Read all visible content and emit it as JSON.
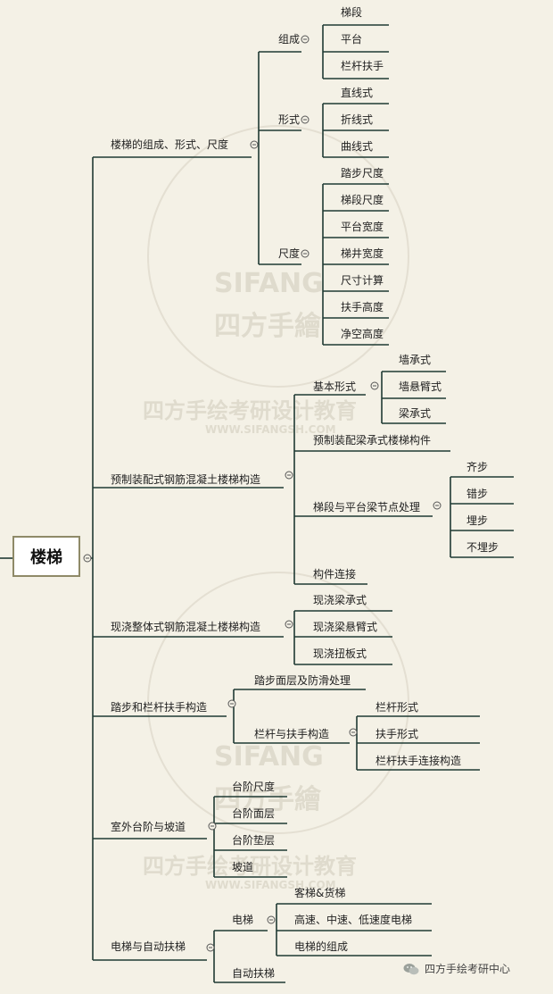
{
  "root": {
    "label": "楼梯"
  },
  "branches": {
    "b1": {
      "label": "楼梯的组成、形式、尺度",
      "g1": {
        "label": "组成",
        "items": [
          "梯段",
          "平台",
          "栏杆扶手"
        ]
      },
      "g2": {
        "label": "形式",
        "items": [
          "直线式",
          "折线式",
          "曲线式"
        ]
      },
      "g3": {
        "label": "尺度",
        "items": [
          "踏步尺度",
          "梯段尺度",
          "平台宽度",
          "梯井宽度",
          "尺寸计算",
          "扶手高度",
          "净空高度"
        ]
      }
    },
    "b2": {
      "label": "预制装配式钢筋混凝土楼梯构造",
      "g1": {
        "label": "基本形式",
        "items": [
          "墙承式",
          "墙悬臂式",
          "梁承式"
        ]
      },
      "leaf1": "预制装配梁承式楼梯构件",
      "g2": {
        "label": "梯段与平台梁节点处理",
        "items": [
          "齐步",
          "错步",
          "埋步",
          "不埋步"
        ]
      },
      "leaf2": "构件连接"
    },
    "b3": {
      "label": "现浇整体式钢筋混凝土楼梯构造",
      "items": [
        "现浇梁承式",
        "现浇梁悬臂式",
        "现浇扭板式"
      ]
    },
    "b4": {
      "label": "踏步和栏杆扶手构造",
      "leaf1": "踏步面层及防滑处理",
      "g1": {
        "label": "栏杆与扶手构造",
        "items": [
          "栏杆形式",
          "扶手形式",
          "栏杆扶手连接构造"
        ]
      }
    },
    "b5": {
      "label": "室外台阶与坡道",
      "items": [
        "台阶尺度",
        "台阶面层",
        "台阶垫层",
        "坡道"
      ]
    },
    "b6": {
      "label": "电梯与自动扶梯",
      "g1": {
        "label": "电梯",
        "items": [
          "客梯&货梯",
          "高速、中速、低速度电梯",
          "电梯的组成"
        ]
      },
      "leaf1": "自动扶梯"
    }
  },
  "watermark": {
    "en": "SIFANG",
    "cn": "四方手繪",
    "slogan": "四方手绘考研设计教育",
    "url": "WWW.SIFANGSH.COM"
  },
  "footer": {
    "text": "四方手绘考研中心",
    "icon": "wechat-icon"
  },
  "colors": {
    "line": "#1f3a33",
    "background": "#f4f1e6",
    "root_border": "#8f8a68"
  }
}
